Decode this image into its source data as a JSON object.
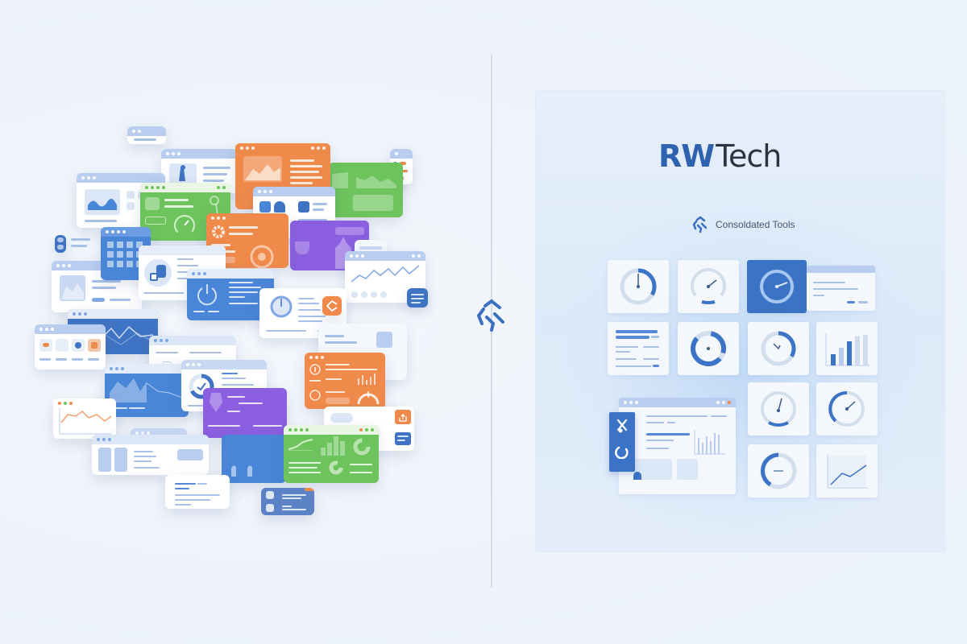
{
  "brand": {
    "name_bold": "RW",
    "name_light": "Tech",
    "primary_color": "#2f63b0",
    "text_color": "#2b3340"
  },
  "subtitle": {
    "icon": "consolidation-logo-icon",
    "label": "Consoldated Tools"
  },
  "center": {
    "icon": "consolidation-logo-icon"
  },
  "left_cluster": {
    "description": "scattered-tool-windows",
    "window_colors": [
      "#4a86d8",
      "#6ec45c",
      "#f08a4b",
      "#8b5fe0",
      "#ffffff"
    ],
    "window_count": 30
  },
  "right_grid": {
    "tiles": [
      {
        "type": "gauge",
        "variant": "ring-needle"
      },
      {
        "type": "gauge",
        "variant": "speedometer"
      },
      {
        "type": "gauge",
        "variant": "dark-dial",
        "highlighted": true
      },
      {
        "type": "window",
        "variant": "form-window"
      },
      {
        "type": "list",
        "variant": "text-list"
      },
      {
        "type": "gauge",
        "variant": "donut"
      },
      {
        "type": "gauge",
        "variant": "clock-ring"
      },
      {
        "type": "chart",
        "variant": "bar-chart"
      },
      {
        "type": "gauge",
        "variant": "speedometer-2"
      },
      {
        "type": "gauge",
        "variant": "speedometer-3"
      },
      {
        "type": "gauge",
        "variant": "half-ring"
      },
      {
        "type": "chart",
        "variant": "line-chart"
      },
      {
        "type": "window",
        "variant": "dashboard-window"
      }
    ],
    "accent": "#3b73c6",
    "muted": "#cdd9ea"
  }
}
